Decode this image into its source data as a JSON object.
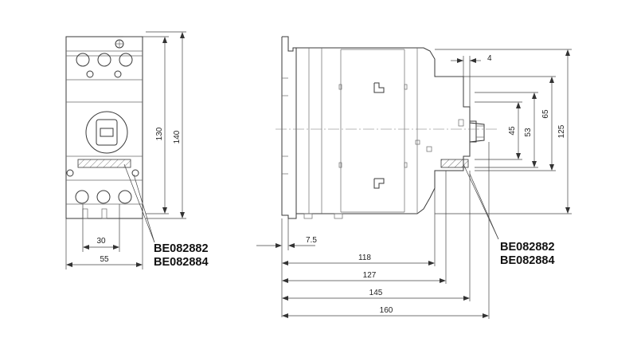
{
  "front_view": {
    "dims": {
      "height_130": "130",
      "height_140": "140",
      "width_30": "30",
      "width_55": "55"
    },
    "part_numbers": [
      "BE082882",
      "BE082884"
    ]
  },
  "side_view": {
    "dims": {
      "offset_4": "4",
      "height_45": "45",
      "height_53": "53",
      "height_65": "65",
      "height_125": "125",
      "offset_7_5": "7.5",
      "depth_118": "118",
      "depth_127": "127",
      "depth_145": "145",
      "depth_160": "160"
    },
    "part_numbers": [
      "BE082882",
      "BE082884"
    ]
  }
}
